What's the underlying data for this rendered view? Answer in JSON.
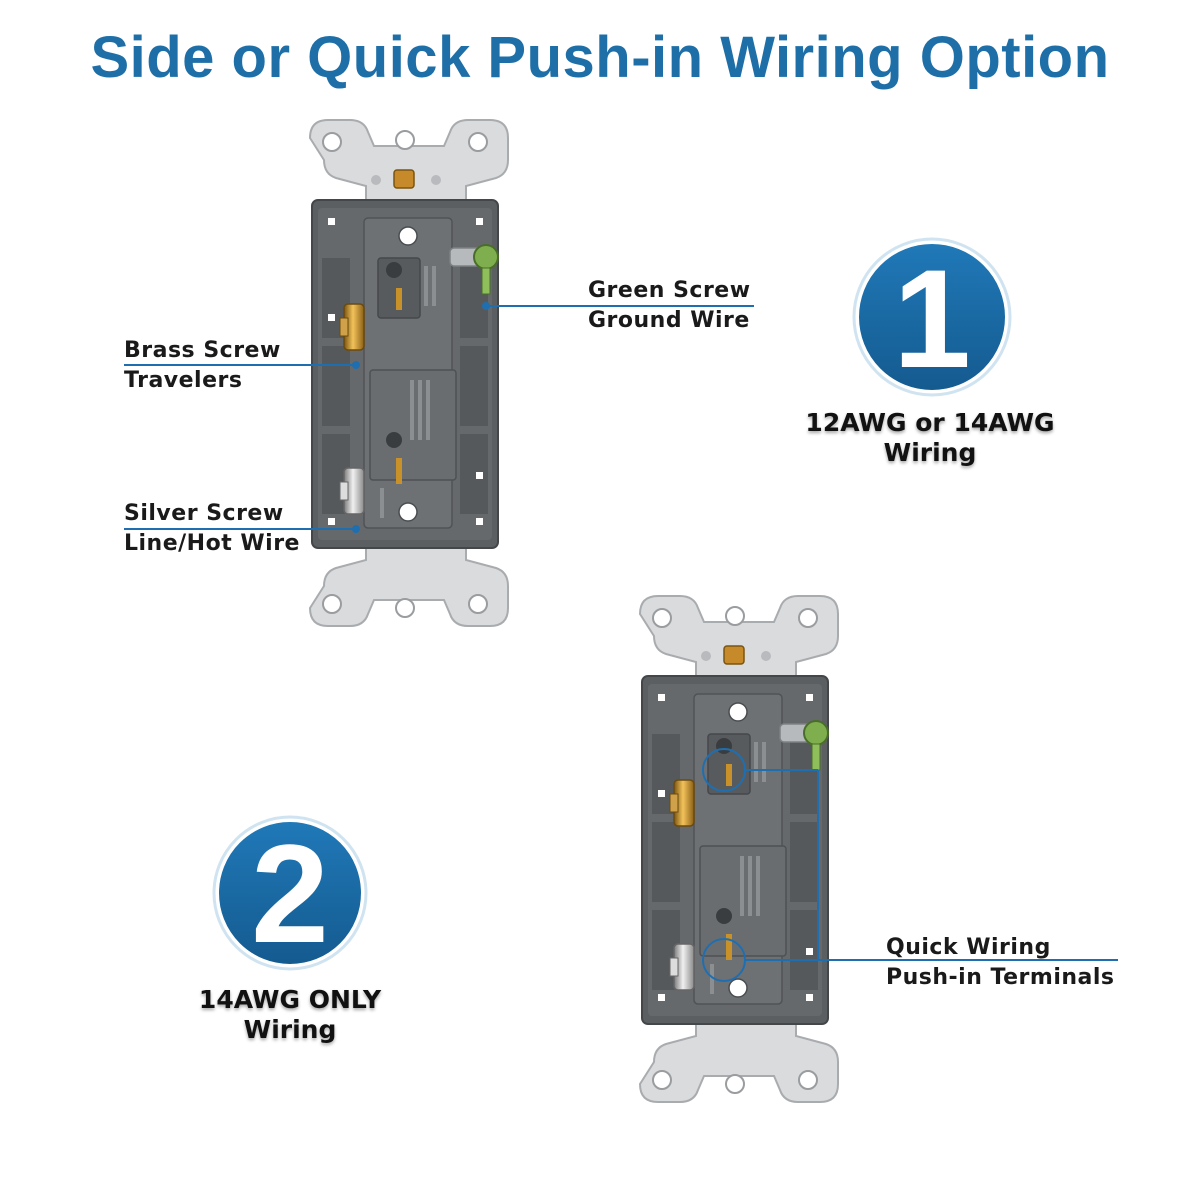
{
  "title": "Side or Quick Push-in Wiring Option",
  "colors": {
    "title": "#1e6fa8",
    "badge": "#1a6aa5",
    "leader": "#1f6fb0",
    "housing": "#5c5f62",
    "strap": "#d6d8da",
    "brass": "#c8912a",
    "silver": "#c9c9c9"
  },
  "option1": {
    "badge_number": "1",
    "caption_line1": "12AWG or 14AWG",
    "caption_line2": "Wiring"
  },
  "option2": {
    "badge_number": "2",
    "caption_line1": "14AWG ONLY",
    "caption_line2": "Wiring"
  },
  "labels": {
    "brass_line1": "Brass Screw",
    "brass_line2": "Travelers",
    "silver_line1": "Silver Screw",
    "silver_line2": "Line/Hot Wire",
    "green_line1": "Green Screw",
    "green_line2": "Ground Wire",
    "quick_line1": "Quick Wiring",
    "quick_line2": "Push-in Terminals"
  },
  "icons": [
    "switch-back-diagram",
    "push-in-hole-icon",
    "screw-terminal-icon"
  ]
}
